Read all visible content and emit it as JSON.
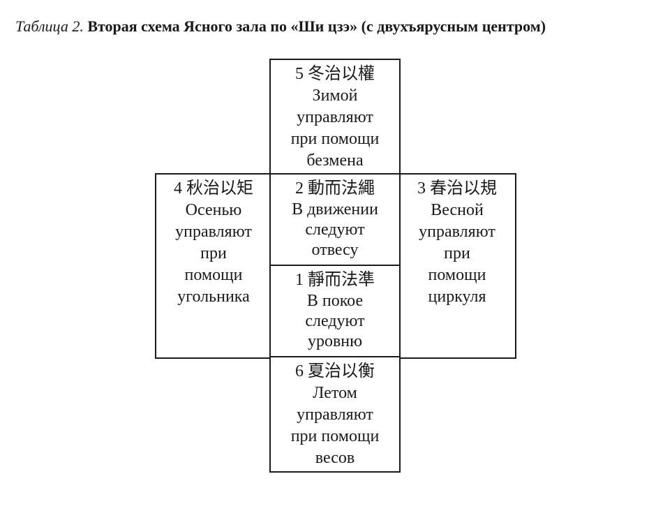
{
  "caption": {
    "label": "Таблица 2.",
    "title": "Вторая схема Ясного зала по «Ши цзэ» (с двухъярусным центром)"
  },
  "cells": {
    "c5": {
      "chinese": "5 冬治以權",
      "lines": [
        "Зимой",
        "управляют",
        "при помощи",
        "безмена"
      ]
    },
    "c4": {
      "chinese": "4 秋治以矩",
      "lines": [
        "Осенью",
        "управляют",
        "при",
        "помощи",
        "угольника"
      ]
    },
    "c2": {
      "chinese": "2 動而法繩",
      "lines": [
        "В движении",
        "следуют",
        "отвесу"
      ]
    },
    "c1": {
      "chinese": "1 靜而法準",
      "lines": [
        "В покое",
        "следуют",
        "уровню"
      ]
    },
    "c3": {
      "chinese": "3 春治以規",
      "lines": [
        "Весной",
        "управляют",
        "при",
        "помощи",
        "циркуля"
      ]
    },
    "c6": {
      "chinese": "6 夏治以衡",
      "lines": [
        "Летом",
        "управляют",
        "при помощи",
        "весов"
      ]
    }
  }
}
